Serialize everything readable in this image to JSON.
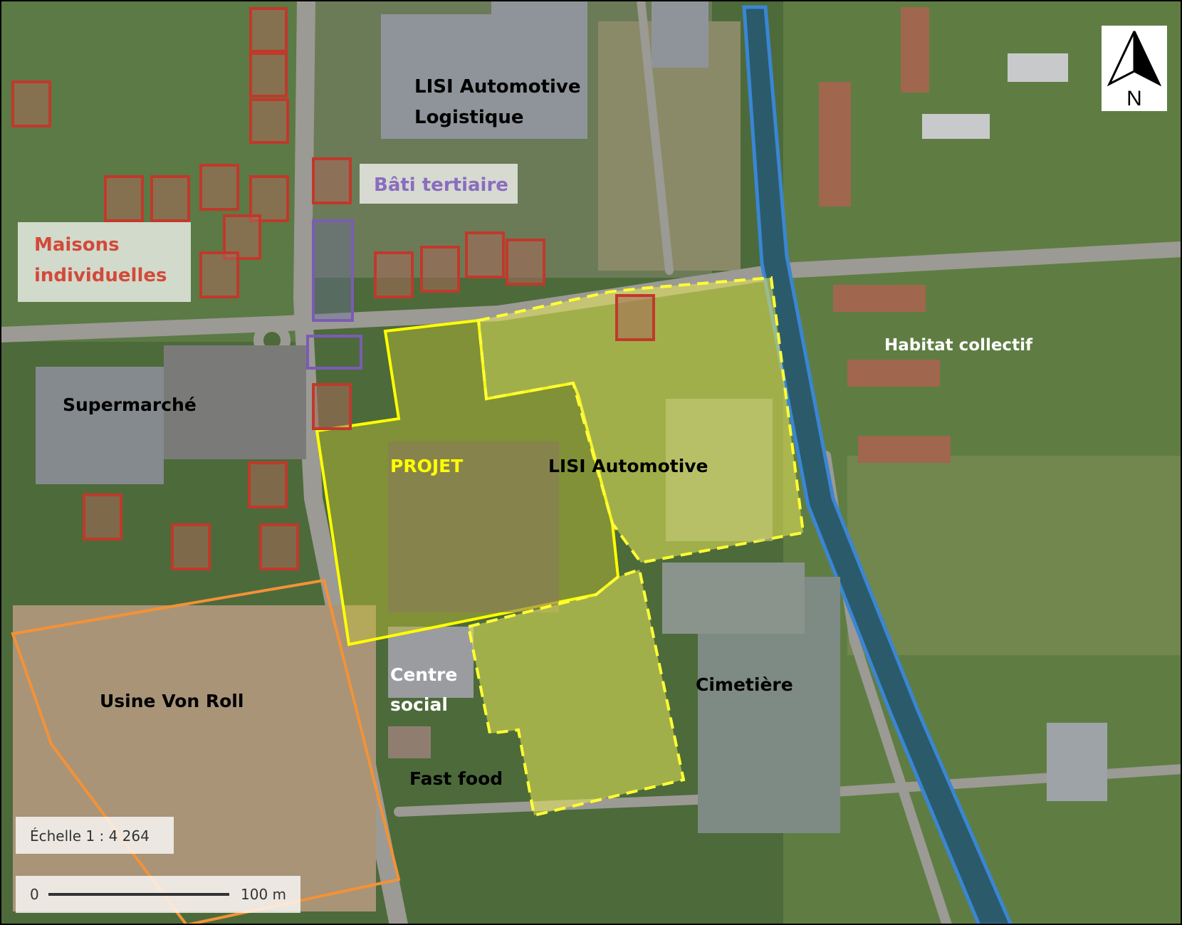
{
  "labels": {
    "lisi_logistique_1": "LISI Automotive",
    "lisi_logistique_2": "Logistique",
    "bati_tertiaire": "Bâti tertiaire",
    "maisons_1": "Maisons",
    "maisons_2": "individuelles",
    "supermarche": "Supermarché",
    "projet": "PROJET",
    "lisi_automotive": "LISI Automotive",
    "habitat_collectif": "Habitat collectif",
    "centre_1": "Centre",
    "centre_2": "social",
    "cimetiere": "Cimetière",
    "usine": "Usine Von Roll",
    "fast_food": "Fast food"
  },
  "north_arrow": {
    "letter": "N"
  },
  "scale": {
    "text": "Échelle 1 : 4 264",
    "start": "0",
    "end": "100 m"
  },
  "colors": {
    "houses": "#c0392b",
    "tertiary": "#7b5cb5",
    "project": "#ffff00",
    "lisi_zone": "#ffff33",
    "usine": "#f39237",
    "river": "#3a86d4",
    "label_houses": "#d24a3a",
    "label_tertiary": "#8a6cc0",
    "label_projet": "#ffff00"
  }
}
